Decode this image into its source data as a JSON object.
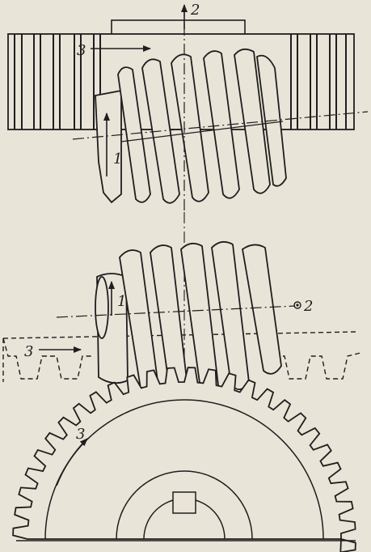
{
  "colors": {
    "paper": "#e9e4d8",
    "ink": "#1e1e1e"
  },
  "labels": {
    "top_axis_2": "2",
    "top_arrow_3": "3",
    "top_arrow_1": "1",
    "mid_arrow_1": "1",
    "mid_axis_2": "2",
    "rack_arrow_3": "3",
    "gear_arrow_3": "3"
  }
}
